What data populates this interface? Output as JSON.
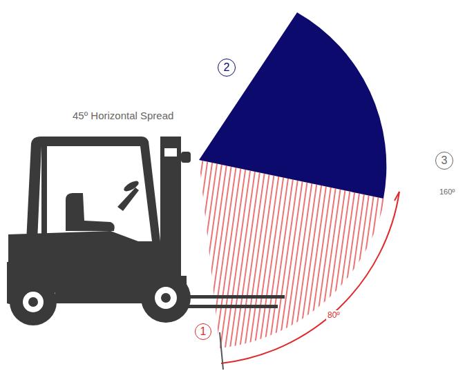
{
  "diagram": {
    "labels": [
      "45º Horizontal Spread",
      "2",
      "3",
      "160º",
      "1",
      "80º"
    ]
  }
}
